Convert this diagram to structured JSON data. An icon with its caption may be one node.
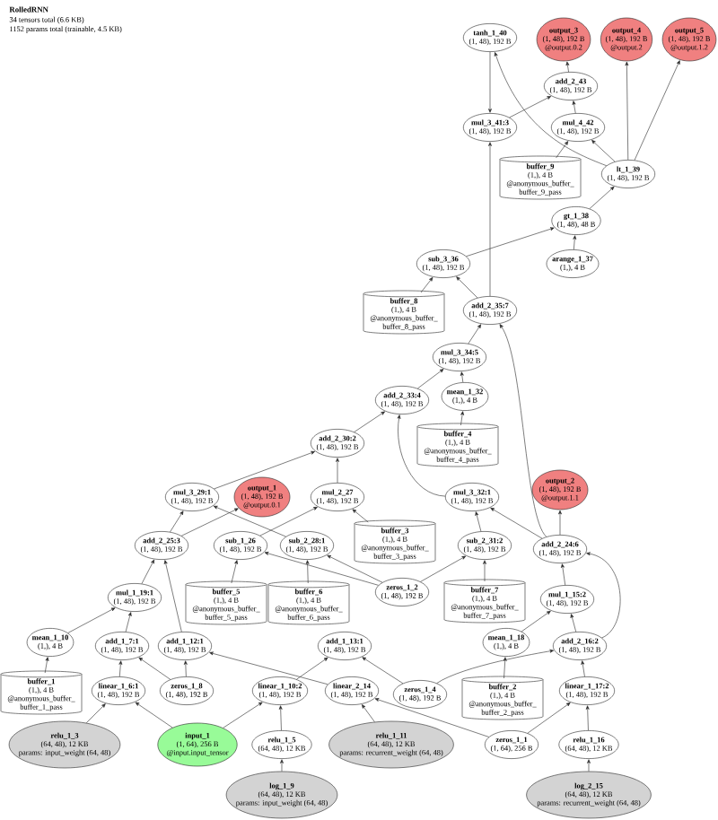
{
  "diagram": {
    "title": "RolledRNN",
    "nodes": [
      {
        "text": [
          "tanh_1_40",
          "(1, 48), 192 B"
        ]
      },
      {
        "text": [
          "output_3",
          "(1, 48), 192 B",
          "@output.0.2"
        ]
      },
      {
        "text": [
          "output_4",
          "(1, 48), 192 B",
          "@output.2"
        ]
      },
      {
        "text": [
          "output_5",
          "(1, 48), 192 B",
          "@output.1.2"
        ]
      },
      {
        "text": [
          "add_2_43",
          "(1, 48), 192 B"
        ]
      },
      {
        "text": [
          "mul_3_41:3",
          "(1, 48), 192 B"
        ]
      },
      {
        "text": [
          "mul_4_42",
          "(1, 48), 192 B"
        ]
      },
      {
        "text": [
          "buffer_9",
          "(1,), 4 B",
          "@anonymous_buffer_buffer_9_pass"
        ]
      },
      {
        "text": [
          "lt_1_39",
          "(1, 48), 192 B"
        ]
      },
      {
        "text": [
          "gt_1_38",
          "(1, 48), 48 B"
        ]
      },
      {
        "text": [
          "sub_3_36",
          "(1, 48), 192 B"
        ]
      },
      {
        "text": [
          "arange_1_37",
          "(1,), 4 B"
        ]
      },
      {
        "text": [
          "buffer_8",
          "(1,), 4 B",
          "@anonymous_buffer_buffer_8_pass"
        ]
      },
      {
        "text": [
          "add_2_35:7",
          "(1, 48), 192 B"
        ]
      },
      {
        "text": [
          "mul_3_34:5",
          "(1, 48), 192 B"
        ]
      },
      {
        "text": [
          "add_2_33:4",
          "(1, 48), 192 B"
        ]
      },
      {
        "text": [
          "mean_1_32",
          "(1,), 4 B"
        ]
      },
      {
        "text": [
          "add_2_30:2",
          "(1, 48), 192 B"
        ]
      },
      {
        "text": [
          "buffer_4",
          "(1,), 4 B",
          "@anonymous_buffer_buffer_4_pass"
        ]
      },
      {
        "text": [
          "mul_3_29:1",
          "(1, 48), 192 B"
        ]
      },
      {
        "text": [
          "output_1",
          "(1, 48), 192 B",
          "@output.0.1"
        ]
      },
      {
        "text": [
          "mul_2_27",
          "(1, 48), 192 B"
        ]
      },
      {
        "text": [
          "mul_3_32:1",
          "(1, 48), 192 B"
        ]
      },
      {
        "text": [
          "output_2",
          "(1, 48), 192 B",
          "@output.1.1"
        ]
      },
      {
        "text": [
          "add_2_25:3",
          "(1, 48), 192 B"
        ]
      },
      {
        "text": [
          "sub_1_26",
          "(1, 48), 192 B"
        ]
      },
      {
        "text": [
          "sub_2_28:1",
          "(1, 48), 192 B"
        ]
      },
      {
        "text": [
          "buffer_3",
          "(1,), 4 B",
          "@anonymous_buffer_buffer_3_pass"
        ]
      },
      {
        "text": [
          "sub_2_31:2",
          "(1, 48), 192 B"
        ]
      },
      {
        "text": [
          "add_2_24:6",
          "(1, 48), 192 B"
        ]
      },
      {
        "text": [
          "mul_1_19:1",
          "(1, 48), 192 B"
        ]
      },
      {
        "text": [
          "buffer_5",
          "(1,), 4 B",
          "@anonymous_buffer_buffer_5_pass"
        ]
      },
      {
        "text": [
          "buffer_6",
          "(1,), 4 B",
          "@anonymous_buffer_buffer_6_pass"
        ]
      },
      {
        "text": [
          "zeros_1_2",
          "(1, 48), 192 B"
        ]
      },
      {
        "text": [
          "buffer_7",
          "(1,), 4 B",
          "@anonymous_buffer_buffer_7_pass"
        ]
      },
      {
        "text": [
          "mul_1_15:2",
          "(1, 48), 192 B"
        ]
      },
      {
        "text": [
          "mean_1_10",
          "(1,), 4 B"
        ]
      },
      {
        "text": [
          "add_1_7:1",
          "(1, 48), 192 B"
        ]
      },
      {
        "text": [
          "add_1_12:1",
          "(1, 48), 192 B"
        ]
      },
      {
        "text": [
          "add_1_13:1",
          "(1, 48), 192 B"
        ]
      },
      {
        "text": [
          "mean_1_18",
          "(1,), 4 B"
        ]
      },
      {
        "text": [
          "add_2_16:2",
          "(1, 48), 192 B"
        ]
      },
      {
        "text": [
          "buffer_1",
          "(1,), 4 B",
          "@anonymous_buffer_buffer_1_pass"
        ]
      },
      {
        "text": [
          "linear_1_6:1",
          "(1, 48), 192 B"
        ]
      },
      {
        "text": [
          "zeros_1_8",
          "(1, 48), 192 B"
        ]
      },
      {
        "text": [
          "linear_1_10:2",
          "(1, 48), 192 B"
        ]
      },
      {
        "text": [
          "linear_2_14",
          "(1, 48), 192 B"
        ]
      },
      {
        "text": [
          "zeros_1_4",
          "(1, 48), 192 B"
        ]
      },
      {
        "text": [
          "buffer_2",
          "(1,), 4 B",
          "@anonymous_buffer_buffer_2_pass"
        ]
      },
      {
        "text": [
          "linear_1_17:2",
          "(1, 48), 192 B"
        ]
      },
      {
        "text": [
          "relu_1_3",
          "(64, 48), 12 KB",
          "params: input_weight (64, 48)"
        ]
      },
      {
        "text": [
          "input_1",
          "(1, 64), 256 B",
          "@input.input_tensor"
        ]
      },
      {
        "text": [
          "relu_1_5",
          "(64, 48), 12 KB"
        ]
      },
      {
        "text": [
          "relu_1_11",
          "(64, 48), 12 KB",
          "params: recurrent_weight (64, 48)"
        ]
      },
      {
        "text": [
          "zeros_1_1",
          "(1, 64), 256 B"
        ]
      },
      {
        "text": [
          "relu_1_16",
          "(64, 48), 12 KB"
        ]
      },
      {
        "text": [
          "log_1_9",
          "(64, 48), 12 KB",
          "params: input_weight (64, 48)"
        ]
      },
      {
        "text": [
          "log_2_15",
          "(64, 48), 12 KB",
          "params: recurrent_weight (64, 48)"
        ]
      }
    ],
    "edges": [
      {
        "from": 4,
        "to": 1,
        "arrow": "to"
      },
      {
        "from": 8,
        "to": 2,
        "arrow": "to"
      },
      {
        "from": 8,
        "to": 3,
        "arrow": "to"
      },
      {
        "from": 5,
        "to": 4,
        "arrow": "to"
      },
      {
        "from": 6,
        "to": 4,
        "arrow": "to"
      },
      {
        "from": 0,
        "to": 5,
        "arrow": "to"
      },
      {
        "from": 8,
        "to": 0,
        "arrow": "to"
      },
      {
        "from": 13,
        "to": 5,
        "arrow": "to"
      },
      {
        "from": 8,
        "to": 6,
        "arrow": "to"
      },
      {
        "from": 7,
        "to": 6,
        "arrow": "to"
      },
      {
        "from": 9,
        "to": 8,
        "arrow": "to"
      },
      {
        "from": 10,
        "to": 9,
        "arrow": "to"
      },
      {
        "from": 11,
        "to": 9,
        "arrow": "to"
      },
      {
        "from": 12,
        "to": 10,
        "arrow": "to"
      },
      {
        "from": 13,
        "to": 10,
        "arrow": "to"
      },
      {
        "from": 14,
        "to": 13,
        "arrow": "to"
      },
      {
        "from": 29,
        "to": 13,
        "arrow": "to"
      },
      {
        "from": 15,
        "to": 14,
        "arrow": "to"
      },
      {
        "from": 16,
        "to": 14,
        "arrow": "to"
      },
      {
        "from": 17,
        "to": 15,
        "arrow": "to"
      },
      {
        "from": 22,
        "to": 15,
        "arrow": "to"
      },
      {
        "from": 18,
        "to": 16,
        "arrow": "to"
      },
      {
        "from": 19,
        "to": 17,
        "arrow": "to"
      },
      {
        "from": 21,
        "to": 17,
        "arrow": "to"
      },
      {
        "from": 24,
        "to": 19,
        "arrow": "to"
      },
      {
        "from": 26,
        "to": 19,
        "arrow": "to"
      },
      {
        "from": 24,
        "to": 20,
        "arrow": "to"
      },
      {
        "from": 25,
        "to": 21,
        "arrow": "to"
      },
      {
        "from": 27,
        "to": 21,
        "arrow": "to"
      },
      {
        "from": 28,
        "to": 22,
        "arrow": "to"
      },
      {
        "from": 29,
        "to": 22,
        "arrow": "to"
      },
      {
        "from": 29,
        "to": 23,
        "arrow": "to"
      },
      {
        "from": 30,
        "to": 24,
        "arrow": "to"
      },
      {
        "from": 38,
        "to": 24,
        "arrow": "to"
      },
      {
        "from": 31,
        "to": 25,
        "arrow": "to"
      },
      {
        "from": 33,
        "to": 25,
        "arrow": "to"
      },
      {
        "from": 32,
        "to": 26,
        "arrow": "to"
      },
      {
        "from": 33,
        "to": 26,
        "arrow": "to"
      },
      {
        "from": 33,
        "to": 28,
        "arrow": "to"
      },
      {
        "from": 34,
        "to": 28,
        "arrow": "to"
      },
      {
        "from": 35,
        "to": 29,
        "arrow": "to"
      },
      {
        "from": 41,
        "to": 29,
        "arrow": "to"
      },
      {
        "from": 36,
        "to": 30,
        "arrow": "to"
      },
      {
        "from": 37,
        "to": 30,
        "arrow": "to"
      },
      {
        "from": 40,
        "to": 35,
        "arrow": "to"
      },
      {
        "from": 41,
        "to": 35,
        "arrow": "to"
      },
      {
        "from": 42,
        "to": 36,
        "arrow": "to"
      },
      {
        "from": 43,
        "to": 37,
        "arrow": "to"
      },
      {
        "from": 44,
        "to": 37,
        "arrow": "to"
      },
      {
        "from": 44,
        "to": 38,
        "arrow": "to"
      },
      {
        "from": 46,
        "to": 38,
        "arrow": "to"
      },
      {
        "from": 45,
        "to": 39,
        "arrow": "to"
      },
      {
        "from": 47,
        "to": 39,
        "arrow": "to"
      },
      {
        "from": 47,
        "to": 41,
        "arrow": "to"
      },
      {
        "from": 48,
        "to": 40,
        "arrow": "to"
      },
      {
        "from": 49,
        "to": 41,
        "arrow": "to"
      },
      {
        "from": 50,
        "to": 43,
        "arrow": "to"
      },
      {
        "from": 51,
        "to": 43,
        "arrow": "to"
      },
      {
        "from": 51,
        "to": 45,
        "arrow": "to"
      },
      {
        "from": 52,
        "to": 45,
        "arrow": "to"
      },
      {
        "from": 53,
        "to": 46,
        "arrow": "to"
      },
      {
        "from": 54,
        "to": 46,
        "arrow": "to"
      },
      {
        "from": 54,
        "to": 49,
        "arrow": "to"
      },
      {
        "from": 55,
        "to": 49,
        "arrow": "to"
      },
      {
        "from": 56,
        "to": 52,
        "arrow": "to"
      },
      {
        "from": 57,
        "to": 55,
        "arrow": "to"
      }
    ],
    "labels": [
      "34 tensors total (6.6 KB)",
      "1152 params total (trainable, 4.5 KB)"
    ]
  }
}
